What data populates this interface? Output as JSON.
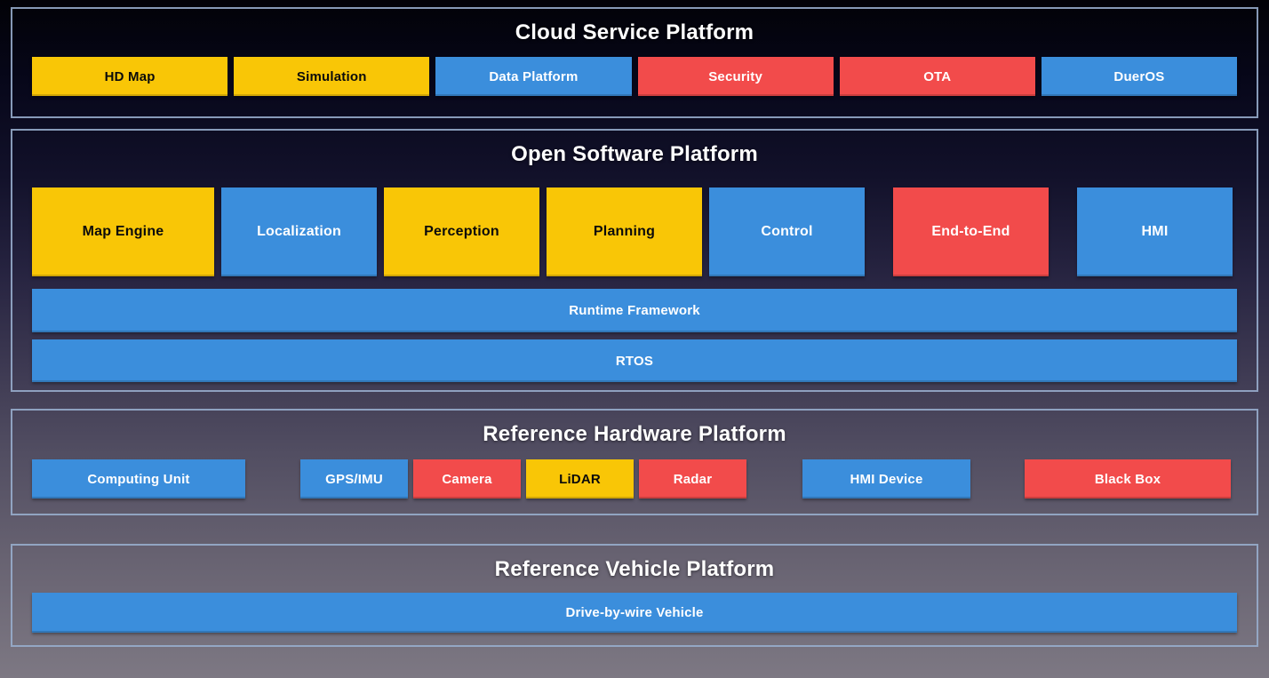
{
  "palette": {
    "yellow": "#F9C606",
    "blue": "#3B8EDC",
    "red": "#F24B4B",
    "section_border": "#98AECE",
    "title_text": "#FFFFFF",
    "dark_text": "#0B0B0B"
  },
  "sections": {
    "cloud": {
      "title": "Cloud Service Platform",
      "boxes": [
        {
          "label": "HD Map",
          "bg": "#F9C606",
          "fg": "#0B0B0B"
        },
        {
          "label": "Simulation",
          "bg": "#F9C606",
          "fg": "#0B0B0B"
        },
        {
          "label": "Data Platform",
          "bg": "#3B8EDC",
          "fg": "#FFFFFF"
        },
        {
          "label": "Security",
          "bg": "#F24B4B",
          "fg": "#FFFFFF"
        },
        {
          "label": "OTA",
          "bg": "#F24B4B",
          "fg": "#FFFFFF"
        },
        {
          "label": "DuerOS",
          "bg": "#3B8EDC",
          "fg": "#FFFFFF"
        }
      ]
    },
    "software": {
      "title": "Open Software Platform",
      "boxes": [
        {
          "label": "Map Engine",
          "bg": "#F9C606",
          "fg": "#0B0B0B"
        },
        {
          "label": "Localization",
          "bg": "#3B8EDC",
          "fg": "#FFFFFF"
        },
        {
          "label": "Perception",
          "bg": "#F9C606",
          "fg": "#0B0B0B"
        },
        {
          "label": "Planning",
          "bg": "#F9C606",
          "fg": "#0B0B0B"
        },
        {
          "label": "Control",
          "bg": "#3B8EDC",
          "fg": "#FFFFFF"
        },
        {
          "label": "End-to-End",
          "bg": "#F24B4B",
          "fg": "#FFFFFF"
        },
        {
          "label": "HMI",
          "bg": "#3B8EDC",
          "fg": "#FFFFFF"
        }
      ],
      "bars": [
        {
          "label": "Runtime Framework",
          "bg": "#3B8EDC",
          "fg": "#FFFFFF"
        },
        {
          "label": "RTOS",
          "bg": "#3B8EDC",
          "fg": "#FFFFFF"
        }
      ]
    },
    "hardware": {
      "title": "Reference Hardware Platform",
      "boxes": [
        {
          "label": "Computing Unit",
          "bg": "#3B8EDC",
          "fg": "#FFFFFF"
        },
        {
          "label": "GPS/IMU",
          "bg": "#3B8EDC",
          "fg": "#FFFFFF"
        },
        {
          "label": "Camera",
          "bg": "#F24B4B",
          "fg": "#FFFFFF"
        },
        {
          "label": "LiDAR",
          "bg": "#F9C606",
          "fg": "#0B0B0B"
        },
        {
          "label": "Radar",
          "bg": "#F24B4B",
          "fg": "#FFFFFF"
        },
        {
          "label": "HMI Device",
          "bg": "#3B8EDC",
          "fg": "#FFFFFF"
        },
        {
          "label": "Black Box",
          "bg": "#F24B4B",
          "fg": "#FFFFFF"
        }
      ]
    },
    "vehicle": {
      "title": "Reference Vehicle Platform",
      "bars": [
        {
          "label": "Drive-by-wire Vehicle",
          "bg": "#3B8EDC",
          "fg": "#FFFFFF"
        }
      ]
    }
  }
}
